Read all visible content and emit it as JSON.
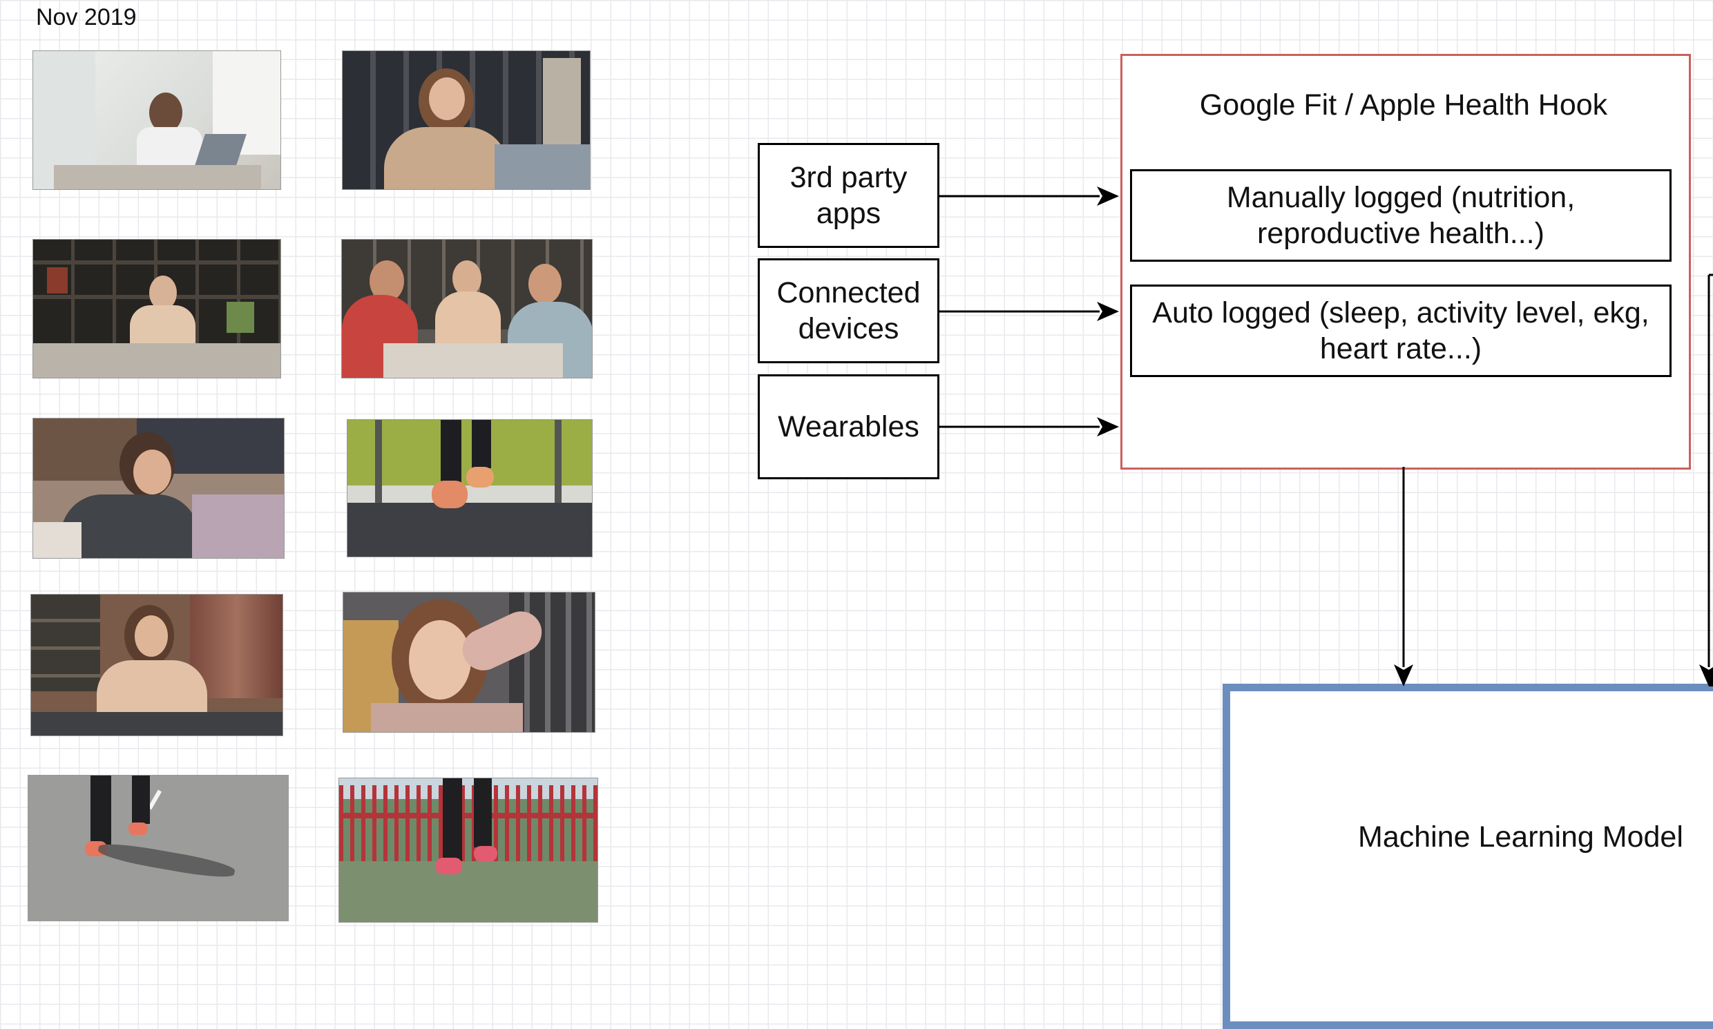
{
  "header": {
    "date": "Nov 2019"
  },
  "photos": [
    {
      "name": "photo-woman-laptop-kitchen"
    },
    {
      "name": "photo-woman-smiling-desk"
    },
    {
      "name": "photo-woman-bookshelf-desk"
    },
    {
      "name": "photo-meeting-three-people"
    },
    {
      "name": "photo-woman-phone-bed"
    },
    {
      "name": "photo-treadmill-feet"
    },
    {
      "name": "photo-woman-tired-desk"
    },
    {
      "name": "photo-woman-headache"
    },
    {
      "name": "photo-running-road"
    },
    {
      "name": "photo-running-bridge"
    }
  ],
  "diagram": {
    "sources": [
      "3rd party\napps",
      "Connected\ndevices",
      "Wearables"
    ],
    "hook": {
      "title": "Google Fit / Apple Health Hook",
      "items": [
        "Manually logged (nutrition,\nreproductive health...)",
        "Auto logged (sleep, activity level, ekg,\nheart rate...)"
      ]
    },
    "model": {
      "title": "Machine Learning Model"
    }
  },
  "colors": {
    "hook_border": "#c9615d",
    "model_border": "#6c8ebf",
    "grid": "#e9e9ee"
  }
}
